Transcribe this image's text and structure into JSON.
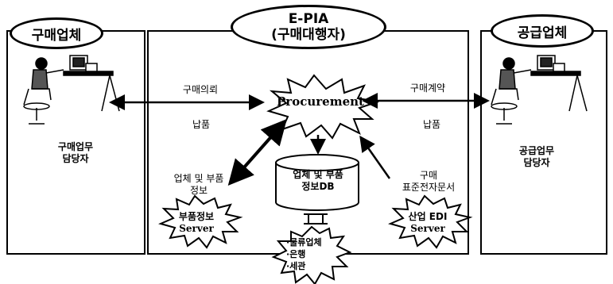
{
  "buyer": {
    "title": "구매업체",
    "person_caption_line1": "구매업무",
    "person_caption_line2": "담당자"
  },
  "supplier": {
    "title": "공급업체",
    "person_caption_line1": "공급업무",
    "person_caption_line2": "담당자"
  },
  "epia": {
    "title_line1": "E-PIA",
    "title_line2": "(구매대행자)"
  },
  "procurement": {
    "label": "Procurement"
  },
  "flows": {
    "buy_request": "구매의뢰",
    "delivery_left": "납품",
    "buy_contract": "구매계약",
    "delivery_right": "납품",
    "company_parts_info_line1": "업체 및 부품",
    "company_parts_info_line2": "정보",
    "purchase_edi_line1": "구매",
    "purchase_edi_line2": "표준전자문서"
  },
  "db": {
    "line1": "업체 및 부품",
    "line2": "정보DB"
  },
  "parts_server": {
    "line1": "부품정보",
    "line2": "Server"
  },
  "edi_server": {
    "line1": "산업 EDI",
    "line2": "Server"
  },
  "external": {
    "items": [
      "·물류업체",
      "·은행",
      "·세관"
    ]
  }
}
